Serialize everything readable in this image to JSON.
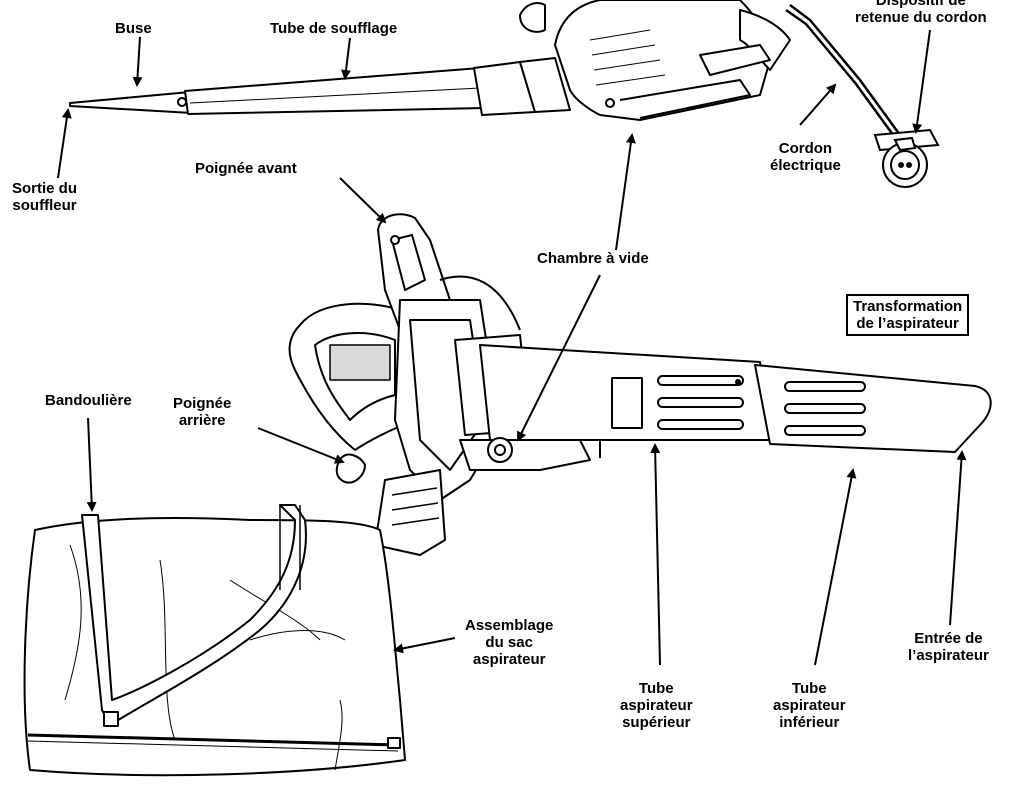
{
  "labels": {
    "buse": "Buse",
    "tube_soufflage": "Tube de soufflage",
    "dispositif_1": "Dispositif de",
    "dispositif_2": "retenue du cordon",
    "sortie_1": "Sortie du",
    "sortie_2": "souffleur",
    "cordon_1": "Cordon",
    "cordon_2": "électrique",
    "poignee_avant": "Poignée avant",
    "chambre": "Chambre à vide",
    "transformation_1": "Transformation",
    "transformation_2": "de l’aspirateur",
    "bandouliere": "Bandoulière",
    "poignee_arriere_1": "Poignée",
    "poignee_arriere_2": "arrière",
    "sac_1": "Assemblage",
    "sac_2": "du sac",
    "sac_3": "aspirateur",
    "entree_1": "Entrée de",
    "entree_2": "l’aspirateur",
    "tube_sup_1": "Tube",
    "tube_sup_2": "aspirateur",
    "tube_sup_3": "supérieur",
    "tube_inf_1": "Tube",
    "tube_inf_2": "aspirateur",
    "tube_inf_3": "inférieur"
  },
  "icons": [
    "arrow-icon",
    "plug-icon"
  ],
  "colors": {
    "ink": "#000000",
    "paper": "#ffffff",
    "handle_grey": "#d9d9d9"
  }
}
